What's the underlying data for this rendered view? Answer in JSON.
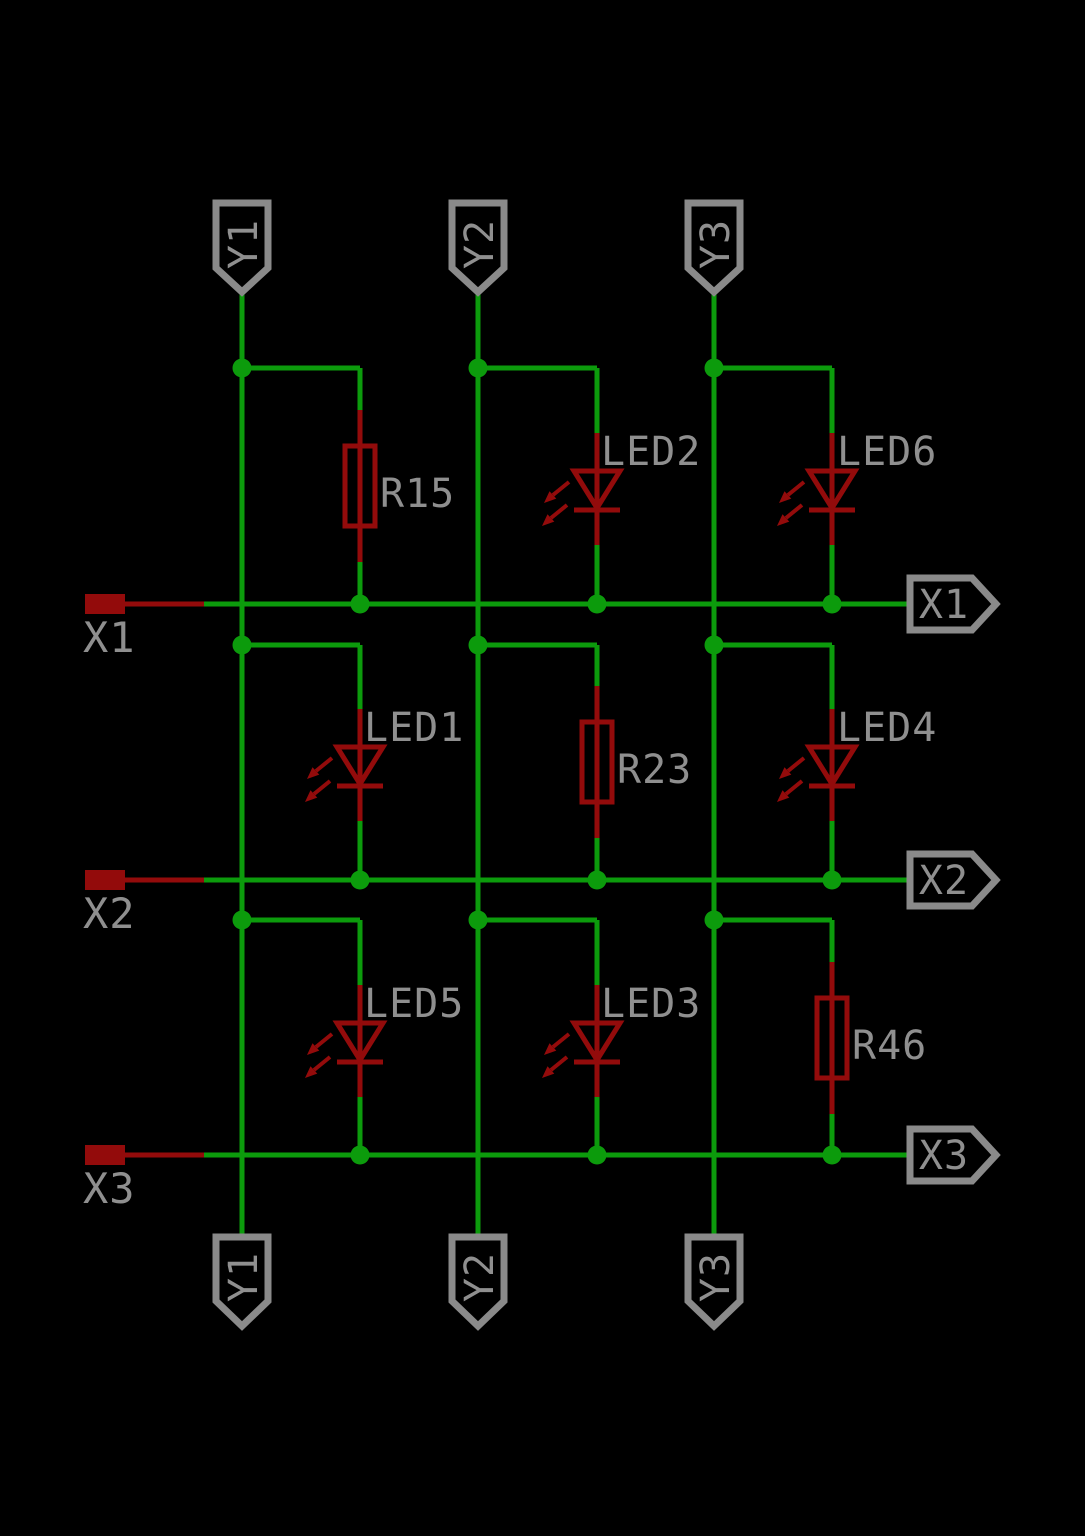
{
  "colors": {
    "background": "#000000",
    "net_green": "#0c9b0c",
    "component_red": "#930b0b",
    "label_gray": "#8f8f8f",
    "flag_outline_gray": "#8a8a8a"
  },
  "nets": {
    "top_flags": [
      {
        "label": "Y1"
      },
      {
        "label": "Y2"
      },
      {
        "label": "Y3"
      }
    ],
    "bottom_flags": [
      {
        "label": "Y1"
      },
      {
        "label": "Y2"
      },
      {
        "label": "Y3"
      }
    ],
    "right_flags": [
      {
        "label": "X1"
      },
      {
        "label": "X2"
      },
      {
        "label": "X3"
      }
    ],
    "left_pins": [
      {
        "label": "X1"
      },
      {
        "label": "X2"
      },
      {
        "label": "X3"
      }
    ]
  },
  "components": {
    "R15": {
      "label": "R15",
      "type": "resistor"
    },
    "R23": {
      "label": "R23",
      "type": "resistor"
    },
    "R46": {
      "label": "R46",
      "type": "resistor"
    },
    "LED1": {
      "label": "LED1",
      "type": "led"
    },
    "LED2": {
      "label": "LED2",
      "type": "led"
    },
    "LED3": {
      "label": "LED3",
      "type": "led"
    },
    "LED4": {
      "label": "LED4",
      "type": "led"
    },
    "LED5": {
      "label": "LED5",
      "type": "led"
    },
    "LED6": {
      "label": "LED6",
      "type": "led"
    }
  }
}
